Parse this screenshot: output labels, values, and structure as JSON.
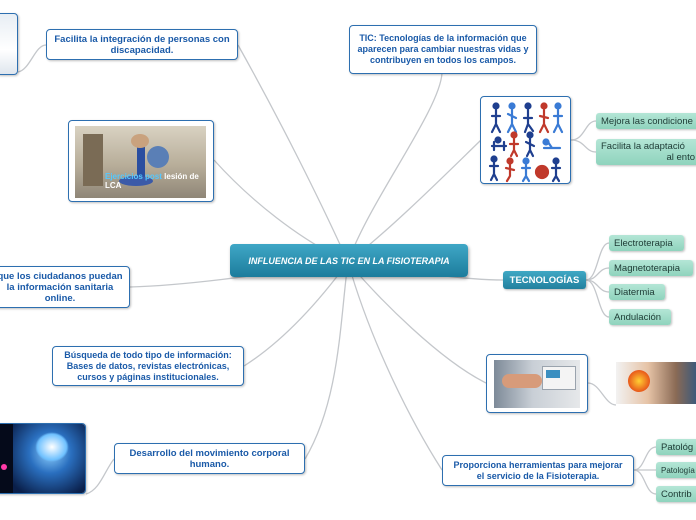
{
  "central": {
    "title": "INFLUENCIA DE LAS TIC EN LA FISIOTERAPIA"
  },
  "nodes": {
    "integracion": "Facilita la integración de personas con discapacidad.",
    "tic": "TIC: Tecnologías de la información que aparecen para cambiar nuestras vidas y contribuyen en todos los campos.",
    "ciudadanos": "que los ciudadanos puedan la información sanitaria online.",
    "busqueda": "Búsqueda de todo tipo de información: Bases de datos, revistas electrónicas, cursos y páginas institucionales.",
    "desarrollo": "Desarrollo del movimiento corporal humano.",
    "proporciona": "Proporciona herramientas para mejorar el servicio de la Fisioterapia.",
    "tecnologias": "TECNOLOGÍAS"
  },
  "leaves": {
    "mejora": "Mejora las condicione",
    "facilita_line1": "Facilita la adaptació",
    "facilita_line2": "al ento",
    "electroterapia": "Electroterapia",
    "magnetoterapia": "Magnetoterapia",
    "diatermia": "Diatermia",
    "andulacion": "Andulación",
    "patolog1": "Patológ",
    "patolog2": "Patología",
    "contrib": "Contrib"
  },
  "images": {
    "gym_caption_a": "Ejercicios post",
    "gym_caption_b": " lesión de LCA"
  },
  "colors": {
    "link": "#c0c4c8",
    "node_border": "#2d6fb0",
    "node_text": "#1a5aa8",
    "central": "#2a90b0",
    "leaf": "#a6dfcc"
  }
}
